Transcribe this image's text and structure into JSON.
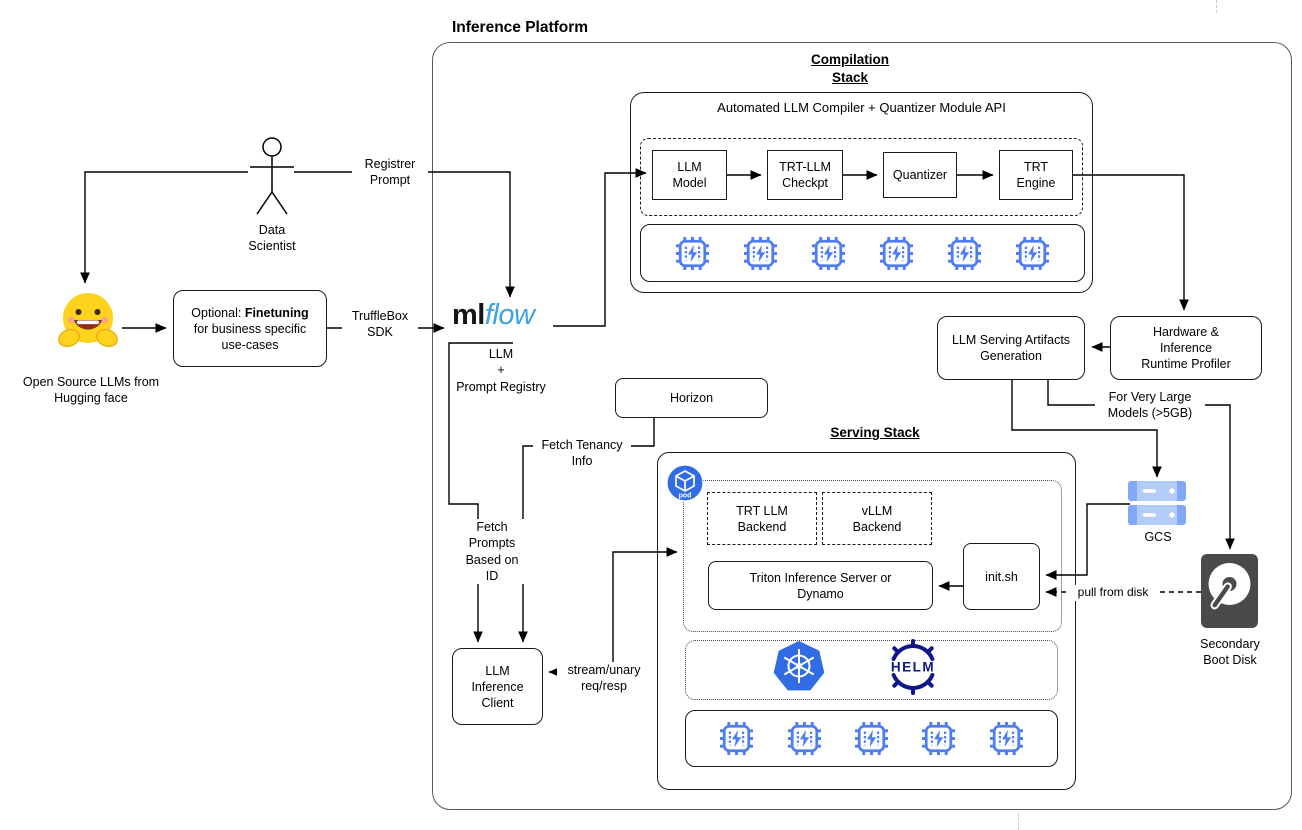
{
  "platform": {
    "title": "Inference Platform"
  },
  "actor": {
    "label": "Data\nScientist"
  },
  "huggingface": {
    "caption": "Open Source LLMs from\nHugging face"
  },
  "finetune": {
    "prefix": "Optional: ",
    "bold": "Finetuning",
    "rest": "for business specific\nuse-cases"
  },
  "mlflow": {
    "ml": "ml",
    "flow": "flow",
    "subtitle": "LLM\n+\nPrompt Registry"
  },
  "horizon": {
    "label": "Horizon"
  },
  "client": {
    "label": "LLM\nInference\nClient"
  },
  "edges": {
    "register_prompt": "Registrer\nPrompt",
    "trufflebox_sdk": "TruffleBox\nSDK",
    "fetch_prompts": "Fetch\nPrompts\nBased on\nID",
    "fetch_tenancy": "Fetch Tenancy\nInfo",
    "stream_unary": "stream/unary\nreq/resp",
    "for_very_large": "For Very Large\nModels (>5GB)",
    "pull_from_disk": "pull from disk"
  },
  "compilation": {
    "title": "Compilation\nStack",
    "api": "Automated LLM Compiler + Quantizer Module API",
    "steps": [
      "LLM\nModel",
      "TRT-LLM\nCheckpt",
      "Quantizer",
      "TRT\nEngine"
    ],
    "gpu_count": 6
  },
  "artifacts": {
    "label": "LLM Serving Artifacts\nGeneration"
  },
  "profiler": {
    "label": "Hardware &\nInference\nRuntime Profiler"
  },
  "serving": {
    "title": "Serving Stack",
    "pod_label": "pod",
    "trt_backend": "TRT LLM\nBackend",
    "vllm_backend": "vLLM\nBackend",
    "triton": "Triton Inference Server or\nDynamo",
    "init": "init.sh",
    "helm": "HELM",
    "gpu_count": 5
  },
  "storage": {
    "gcs": "GCS",
    "disk": "Secondary\nBoot Disk"
  },
  "colors": {
    "chip_blue": "#4e7df2",
    "k8s_blue": "#326CE5",
    "helm_navy": "#0F1689",
    "mlflow_blue": "#3ca3dc",
    "hf_yellow": "#FFD21E",
    "gcs_blue": "#b3cdfb",
    "disk_gray": "#4a4a4a",
    "outer_border": "#595959"
  }
}
